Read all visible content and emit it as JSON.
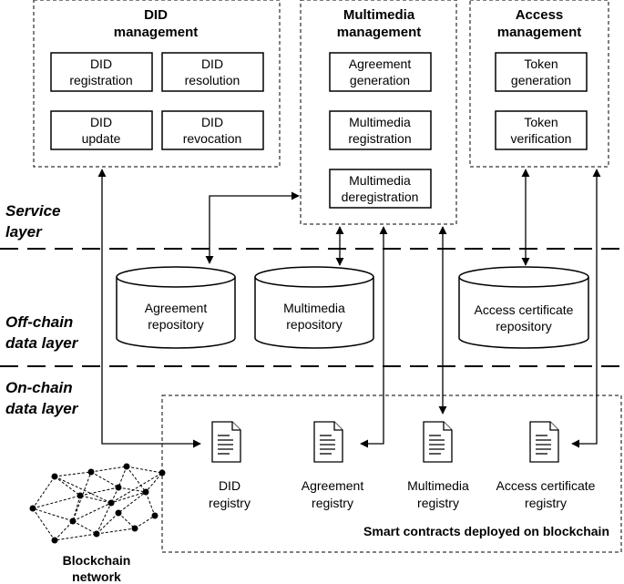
{
  "did_management": {
    "title_line1": "DID",
    "title_line2": "management",
    "boxes": [
      {
        "l1": "DID",
        "l2": "registration"
      },
      {
        "l1": "DID",
        "l2": "resolution"
      },
      {
        "l1": "DID",
        "l2": "update"
      },
      {
        "l1": "DID",
        "l2": "revocation"
      }
    ]
  },
  "multimedia_management": {
    "title_line1": "Multimedia",
    "title_line2": "management",
    "boxes": [
      {
        "l1": "Agreement",
        "l2": "generation"
      },
      {
        "l1": "Multimedia",
        "l2": "registration"
      },
      {
        "l1": "Multimedia",
        "l2": "deregistration"
      }
    ]
  },
  "access_management": {
    "title_line1": "Access",
    "title_line2": "management",
    "boxes": [
      {
        "l1": "Token",
        "l2": "generation"
      },
      {
        "l1": "Token",
        "l2": "verification"
      }
    ]
  },
  "layers": {
    "service": {
      "l1": "Service",
      "l2": "layer"
    },
    "offchain": {
      "l1": "Off-chain",
      "l2": "data layer"
    },
    "onchain": {
      "l1": "On-chain",
      "l2": "data layer"
    }
  },
  "repositories": [
    {
      "l1": "Agreement",
      "l2": "repository"
    },
    {
      "l1": "Multimedia",
      "l2": "repository"
    },
    {
      "l1": "Access certificate",
      "l2": "repository"
    }
  ],
  "registries": [
    {
      "l1": "DID",
      "l2": "registry"
    },
    {
      "l1": "Agreement",
      "l2": "registry"
    },
    {
      "l1": "Multimedia",
      "l2": "registry"
    },
    {
      "l1": "Access certificate",
      "l2": "registry"
    }
  ],
  "smart_contracts_label": "Smart contracts deployed on blockchain",
  "blockchain": {
    "l1": "Blockchain",
    "l2": "network"
  }
}
